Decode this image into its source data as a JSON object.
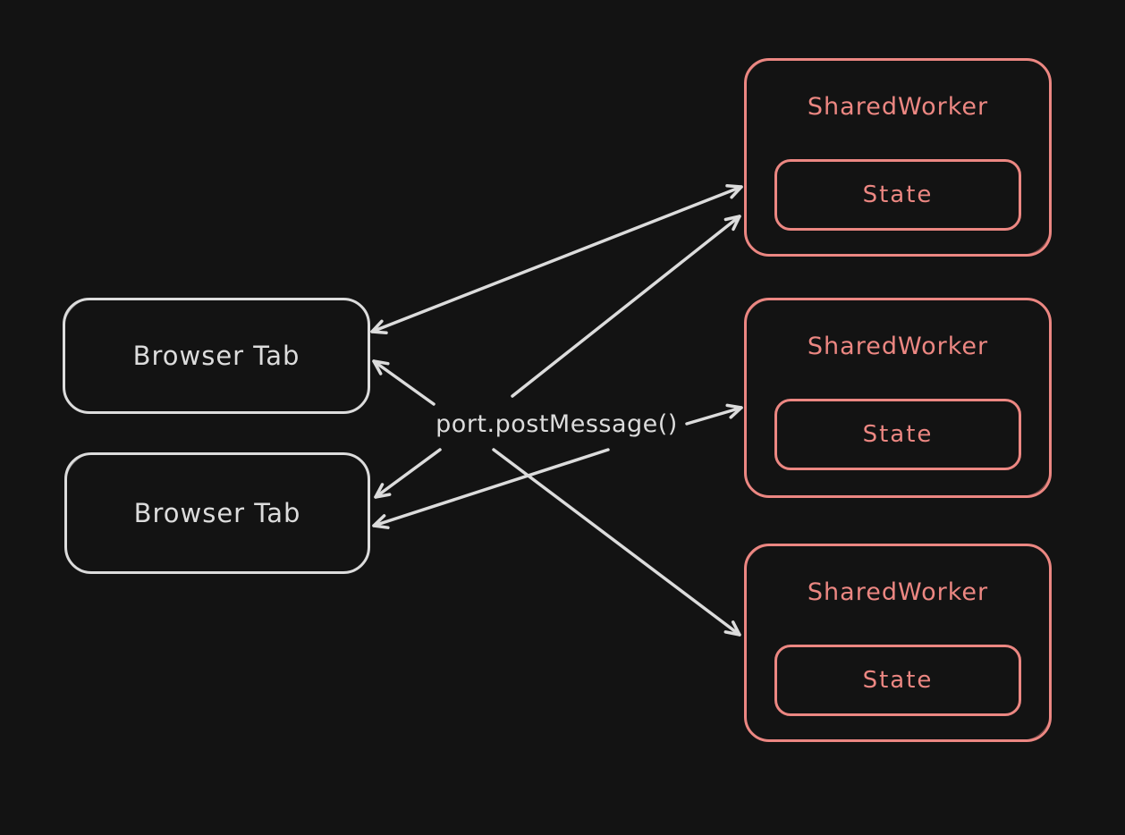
{
  "diagram": {
    "background_color": "#131313",
    "light_stroke_color": "#dcdcdc",
    "accent_stroke_color": "#ec8782",
    "center_label": "port.postMessage()",
    "browser_tabs": [
      {
        "label": "Browser Tab"
      },
      {
        "label": "Browser Tab"
      }
    ],
    "shared_workers": [
      {
        "label": "SharedWorker",
        "state_label": "State"
      },
      {
        "label": "SharedWorker",
        "state_label": "State"
      },
      {
        "label": "SharedWorker",
        "state_label": "State"
      }
    ],
    "connections": [
      {
        "from": "browser-tab-1",
        "to": "shared-worker-1",
        "arrowheads": "both"
      },
      {
        "from": "port-postmessage-label",
        "to": "shared-worker-1",
        "arrowheads": "end"
      },
      {
        "from": "port-postmessage-label",
        "to": "browser-tab-1",
        "arrowheads": "end"
      },
      {
        "from": "port-postmessage-label",
        "to": "shared-worker-2",
        "arrowheads": "end"
      },
      {
        "from": "port-postmessage-label",
        "to": "browser-tab-2",
        "arrowheads": "end"
      },
      {
        "from": "port-postmessage-label",
        "to": "browser-tab-2",
        "arrowheads": "end"
      },
      {
        "from": "port-postmessage-label",
        "to": "shared-worker-3",
        "arrowheads": "end"
      }
    ]
  }
}
